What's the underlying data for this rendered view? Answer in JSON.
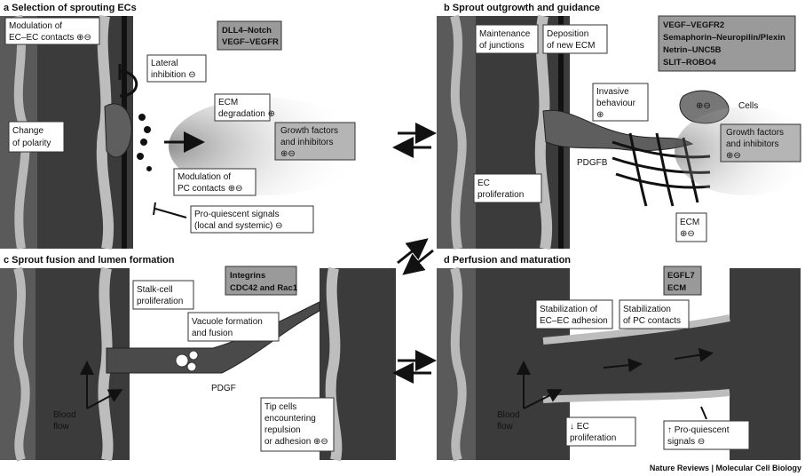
{
  "panels": {
    "a": {
      "title": "a  Selection of sprouting ECs",
      "signals": [
        "DLL4–Notch",
        "VEGF–VEGFR"
      ],
      "labels": {
        "ec_contacts": [
          "Modulation of",
          "EC–EC contacts ⊕⊖"
        ],
        "lateral": [
          "Lateral",
          "inhibition ⊖"
        ],
        "ecm": [
          "ECM",
          "degradation ⊕"
        ],
        "polarity": [
          "Change",
          "of polarity"
        ],
        "growth": [
          "Growth factors",
          "and inhibitors",
          "⊕⊖"
        ],
        "pc_contacts": [
          "Modulation of",
          "PC contacts ⊕⊖"
        ],
        "quiescent": [
          "Pro-quiescent signals",
          "(local and systemic) ⊖"
        ]
      }
    },
    "b": {
      "title": "b  Sprout outgrowth and guidance",
      "signals": [
        "VEGF–VEGFR2",
        "Semaphorin–Neuropilin/Plexin",
        "Netrin–UNC5B",
        "SLIT–ROBO4"
      ],
      "labels": {
        "junctions": [
          "Maintenance",
          "of junctions"
        ],
        "deposition": [
          "Deposition",
          "of new ECM"
        ],
        "invasive": [
          "Invasive",
          "behaviour",
          "⊕"
        ],
        "cells": "Cells",
        "cells_sign": "⊕⊖",
        "growth": [
          "Growth factors",
          "and inhibitors",
          "⊕⊖"
        ],
        "pdgfb": "PDGFB",
        "prolif": [
          "EC",
          "proliferation"
        ],
        "ecm": [
          "ECM",
          "⊕⊖"
        ]
      }
    },
    "c": {
      "title": "c  Sprout fusion and lumen formation",
      "signals": [
        "Integrins",
        "CDC42 and Rac1"
      ],
      "labels": {
        "stalk": [
          "Stalk-cell",
          "proliferation"
        ],
        "vacuole": [
          "Vacuole formation",
          "and fusion"
        ],
        "pdgf": "PDGF",
        "tip": [
          "Tip cells",
          "encountering",
          "repulsion",
          "or adhesion ⊕⊖"
        ],
        "flow": [
          "Blood",
          "flow"
        ]
      }
    },
    "d": {
      "title": "d  Perfusion and maturation",
      "signals": [
        "EGFL7",
        "ECM"
      ],
      "labels": {
        "ec_adhesion": [
          "Stabilization of",
          "EC–EC adhesion"
        ],
        "pc_contacts": [
          "Stabilization",
          "of PC contacts"
        ],
        "flow": [
          "Blood",
          "flow"
        ],
        "prolif": [
          "↓ EC",
          "proliferation"
        ],
        "quiescent": [
          "↑ Pro-quiescent",
          "signals  ⊖"
        ]
      }
    }
  },
  "credit": "Nature Reviews | Molecular Cell Biology"
}
